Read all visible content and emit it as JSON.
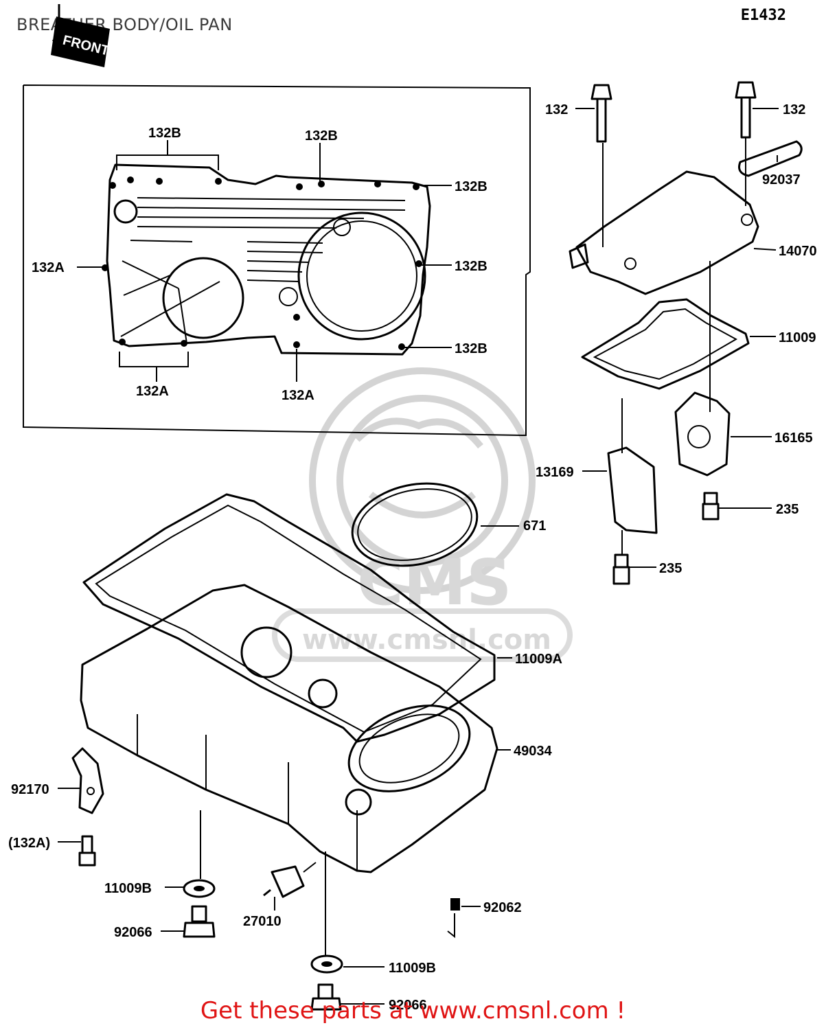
{
  "page": {
    "title": "BREATHER BODY/OIL PAN",
    "diagram_ref": "E1432",
    "front_marker": "FRONT",
    "footer": "Get these parts at www.cmsnl.com !"
  },
  "watermark": {
    "brand": "CMS",
    "url": "www.cmsnl.com"
  },
  "callouts": [
    {
      "id": "132B-top-left",
      "text": "132B"
    },
    {
      "id": "132B-top-mid",
      "text": "132B"
    },
    {
      "id": "132B-right-1",
      "text": "132B"
    },
    {
      "id": "132A-left",
      "text": "132A"
    },
    {
      "id": "132B-right-2",
      "text": "132B"
    },
    {
      "id": "132B-right-3",
      "text": "132B"
    },
    {
      "id": "132A-bottom-left",
      "text": "132A"
    },
    {
      "id": "132A-bottom-mid",
      "text": "132A"
    },
    {
      "id": "132-left",
      "text": "132"
    },
    {
      "id": "132-right",
      "text": "132"
    },
    {
      "id": "92037",
      "text": "92037"
    },
    {
      "id": "14070",
      "text": "14070"
    },
    {
      "id": "11009",
      "text": "11009"
    },
    {
      "id": "16165",
      "text": "16165"
    },
    {
      "id": "13169",
      "text": "13169"
    },
    {
      "id": "235-a",
      "text": "235"
    },
    {
      "id": "235-b",
      "text": "235"
    },
    {
      "id": "671",
      "text": "671"
    },
    {
      "id": "11009A",
      "text": "11009A"
    },
    {
      "id": "49034",
      "text": "49034"
    },
    {
      "id": "92170",
      "text": "92170"
    },
    {
      "id": "132A-paren",
      "text": "(132A)"
    },
    {
      "id": "11009B-left",
      "text": "11009B"
    },
    {
      "id": "92066-left",
      "text": "92066"
    },
    {
      "id": "27010",
      "text": "27010"
    },
    {
      "id": "92062",
      "text": "92062"
    },
    {
      "id": "11009B-bottom",
      "text": "11009B"
    },
    {
      "id": "92066-bottom",
      "text": "92066"
    }
  ]
}
